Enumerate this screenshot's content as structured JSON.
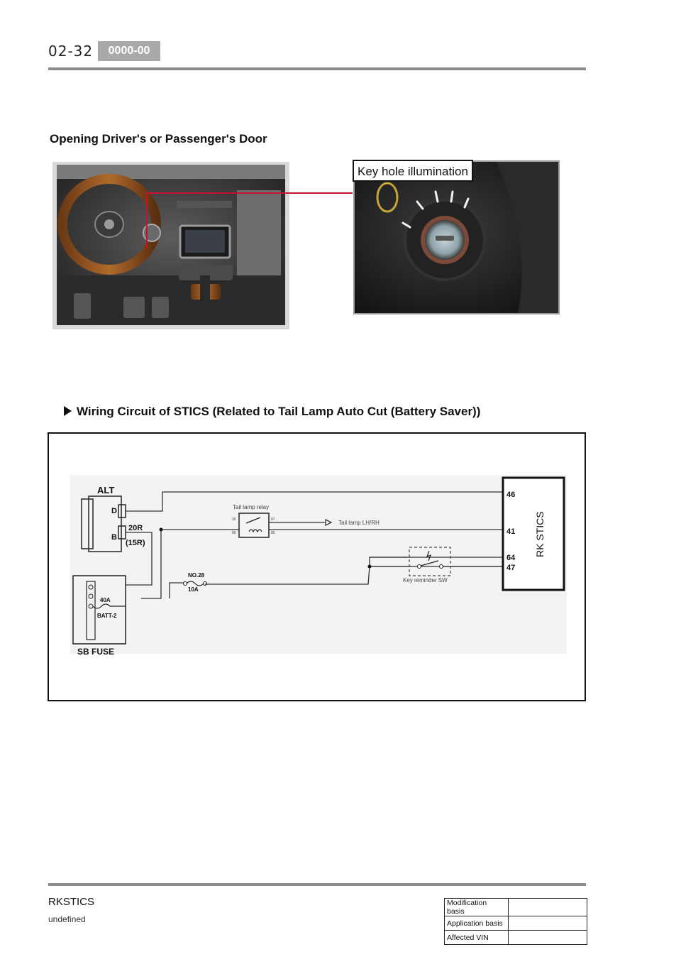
{
  "header": {
    "page_number": "02-32",
    "code": "0000-00"
  },
  "section_title": "Opening Driver's or Passenger's Door",
  "key_callout": "Key hole illumination",
  "wiring_heading": "Wiring Circuit of STICS (Related to Tail Lamp Auto Cut (Battery Saver))",
  "diagram": {
    "alt_label": "ALT",
    "alt_terminal_d": "D",
    "alt_terminal_b": "B",
    "wire_20r": "20R",
    "wire_15r": "(15R)",
    "relay_label": "Tail lamp relay",
    "relay_pin_30": "30",
    "relay_pin_87": "87",
    "relay_pin_86": "86",
    "relay_pin_85": "85",
    "tail_lamp_label": "Tail lamp LH/RH",
    "fuse_no": "NO.28",
    "fuse_amp": "10A",
    "sb_fuse_amp": "40A",
    "sb_fuse_name": "BATT-2",
    "sb_fuse_label": "SB FUSE",
    "key_reminder_label": "Key reminder SW",
    "stics_label": "RK STICS",
    "pins": [
      "46",
      "41",
      "64",
      "47"
    ]
  },
  "footer": {
    "model": "RKSTICS",
    "sub": "undefined",
    "table": [
      {
        "label": "Modification basis",
        "value": ""
      },
      {
        "label": "Application basis",
        "value": ""
      },
      {
        "label": "Affected VIN",
        "value": ""
      }
    ]
  },
  "colors": {
    "callout_line": "#c4122f",
    "badge": "#a9a9a9",
    "rule": "#8c8c8c"
  }
}
